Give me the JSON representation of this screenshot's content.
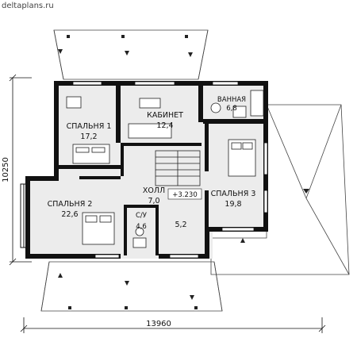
{
  "site": "deltaplans.ru",
  "rooms": [
    {
      "key": "bedroom1",
      "name": "СПАЛЬНЯ 1",
      "area": "17,2"
    },
    {
      "key": "office",
      "name": "КАБИНЕТ",
      "area": "12,4"
    },
    {
      "key": "bathroom",
      "name": "ВАННАЯ",
      "area": "6,8"
    },
    {
      "key": "bedroom2",
      "name": "СПАЛЬНЯ 2",
      "area": "22,6"
    },
    {
      "key": "hall",
      "name": "ХОЛЛ",
      "area": "7,0"
    },
    {
      "key": "wc",
      "name": "С/У",
      "area": "4,6"
    },
    {
      "key": "closet",
      "name": "",
      "area": "5,2"
    },
    {
      "key": "bedroom3",
      "name": "СПАЛЬНЯ 3",
      "area": "19,8"
    }
  ],
  "level_mark": "+3.230",
  "dimensions": {
    "width": "13960",
    "height": "10250"
  },
  "colors": {
    "wall": "#111111",
    "floor": "#ececec",
    "roof_line": "#444444"
  }
}
